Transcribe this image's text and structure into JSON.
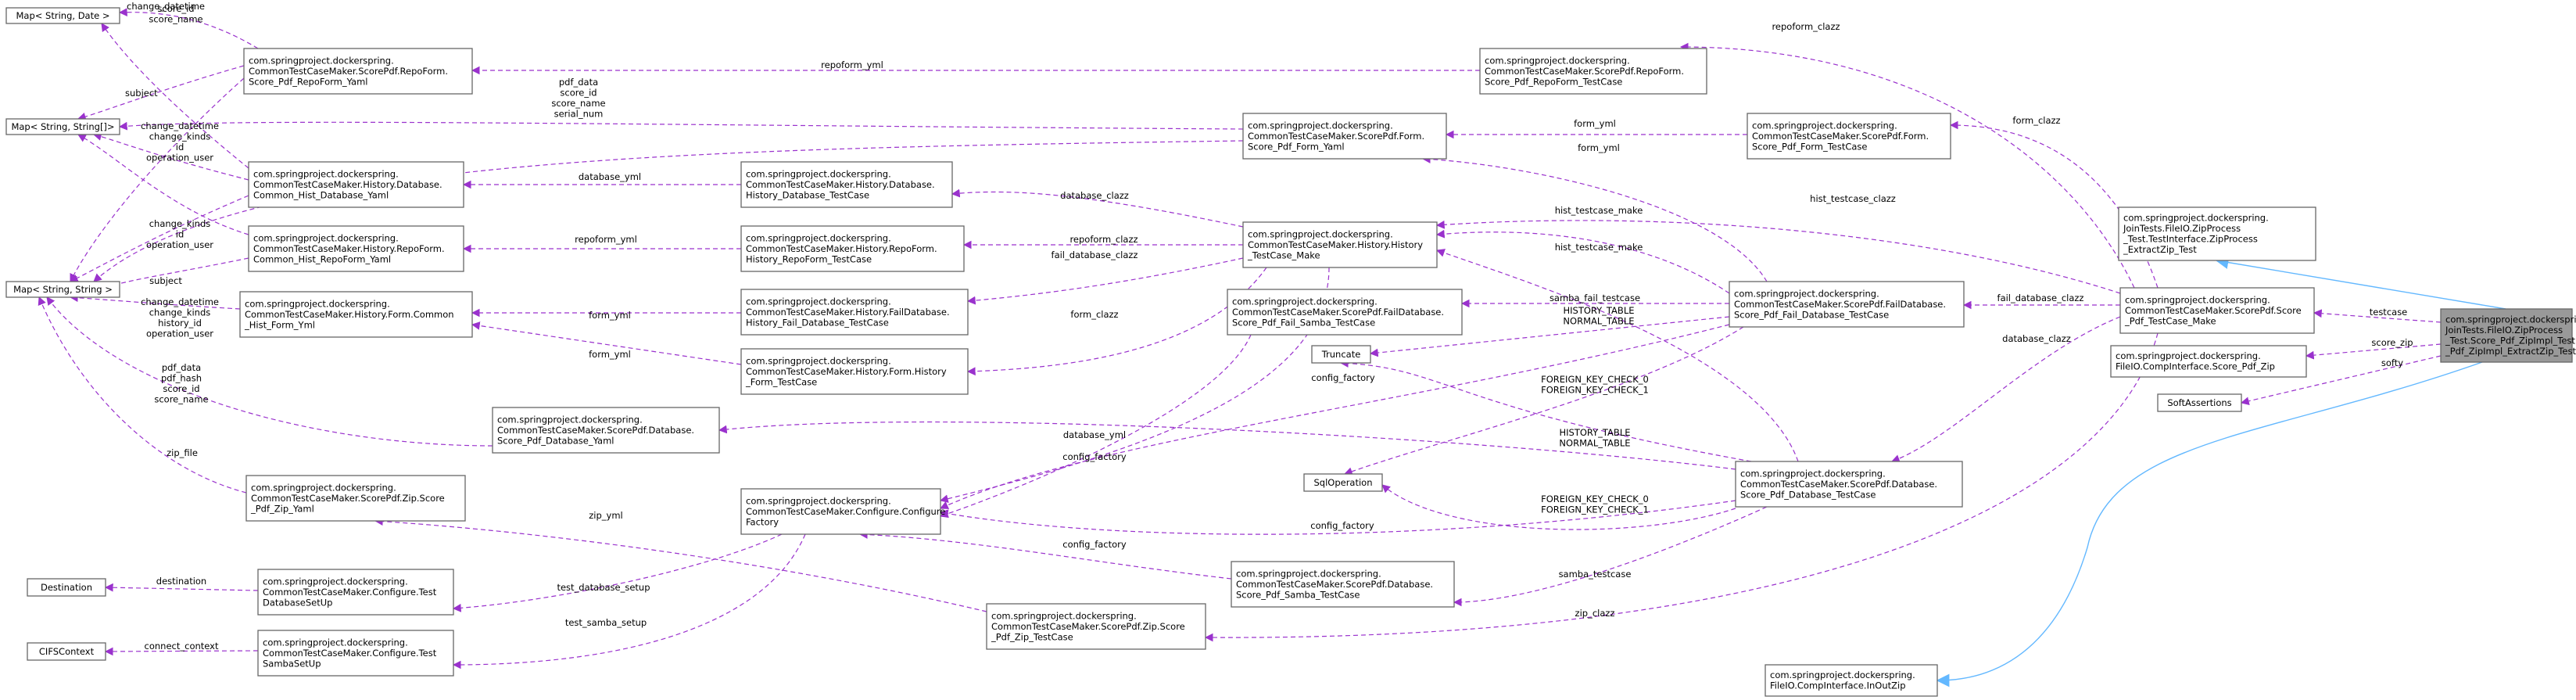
{
  "nodes": [
    {
      "id": "map_string_date",
      "lines": [
        "Map< String, Date >"
      ]
    },
    {
      "id": "map_string_stringarr",
      "lines": [
        "Map< String, String[]>"
      ]
    },
    {
      "id": "map_string_string",
      "lines": [
        "Map< String, String >"
      ]
    },
    {
      "id": "destination",
      "lines": [
        "Destination"
      ]
    },
    {
      "id": "cifscontext",
      "lines": [
        "CIFSContext"
      ]
    },
    {
      "id": "repoform_yaml",
      "lines": [
        "com.springproject.dockerspring.",
        "CommonTestCaseMaker.ScorePdf.RepoForm.",
        "Score_Pdf_RepoForm_Yaml"
      ]
    },
    {
      "id": "hist_database_yaml",
      "lines": [
        "com.springproject.dockerspring.",
        "CommonTestCaseMaker.History.Database.",
        "Common_Hist_Database_Yaml"
      ]
    },
    {
      "id": "hist_repoform_yaml",
      "lines": [
        "com.springproject.dockerspring.",
        "CommonTestCaseMaker.History.RepoForm.",
        "Common_Hist_RepoForm_Yaml"
      ]
    },
    {
      "id": "hist_form_yml",
      "lines": [
        "com.springproject.dockerspring.",
        "CommonTestCaseMaker.History.Form.Common",
        "_Hist_Form_Yml"
      ]
    },
    {
      "id": "database_yaml",
      "lines": [
        "com.springproject.dockerspring.",
        "CommonTestCaseMaker.ScorePdf.Database.",
        "Score_Pdf_Database_Yaml"
      ]
    },
    {
      "id": "zip_yaml",
      "lines": [
        "com.springproject.dockerspring.",
        "CommonTestCaseMaker.ScorePdf.Zip.Score",
        "_Pdf_Zip_Yaml"
      ]
    },
    {
      "id": "test_database_setup",
      "lines": [
        "com.springproject.dockerspring.",
        "CommonTestCaseMaker.Configure.Test",
        "DatabaseSetUp"
      ]
    },
    {
      "id": "test_samba_setup",
      "lines": [
        "com.springproject.dockerspring.",
        "CommonTestCaseMaker.Configure.Test",
        "SambaSetUp"
      ]
    },
    {
      "id": "hist_database_testcase",
      "lines": [
        "com.springproject.dockerspring.",
        "CommonTestCaseMaker.History.Database.",
        "History_Database_TestCase"
      ]
    },
    {
      "id": "hist_repoform_testcase",
      "lines": [
        "com.springproject.dockerspring.",
        "CommonTestCaseMaker.History.RepoForm.",
        "History_RepoForm_TestCase"
      ]
    },
    {
      "id": "hist_faildb_testcase",
      "lines": [
        "com.springproject.dockerspring.",
        "CommonTestCaseMaker.History.FailDatabase.",
        "History_Fail_Database_TestCase"
      ]
    },
    {
      "id": "hist_form_testcase",
      "lines": [
        "com.springproject.dockerspring.",
        "CommonTestCaseMaker.History.Form.History",
        "_Form_TestCase"
      ]
    },
    {
      "id": "configure_factory",
      "lines": [
        "com.springproject.dockerspring.",
        "CommonTestCaseMaker.Configure.Configure",
        "Factory"
      ]
    },
    {
      "id": "form_yaml",
      "lines": [
        "com.springproject.dockerspring.",
        "CommonTestCaseMaker.ScorePdf.Form.",
        "Score_Pdf_Form_Yaml"
      ]
    },
    {
      "id": "history_testcase_make",
      "lines": [
        "com.springproject.dockerspring.",
        "CommonTestCaseMaker.History.History",
        "_TestCase_Make"
      ]
    },
    {
      "id": "fail_samba_testcase",
      "lines": [
        "com.springproject.dockerspring.",
        "CommonTestCaseMaker.ScorePdf.FailDatabase.",
        "Score_Pdf_Fail_Samba_TestCase"
      ]
    },
    {
      "id": "truncate",
      "lines": [
        "Truncate"
      ]
    },
    {
      "id": "sqloperation",
      "lines": [
        "SqlOperation"
      ]
    },
    {
      "id": "samba_testcase",
      "lines": [
        "com.springproject.dockerspring.",
        "CommonTestCaseMaker.ScorePdf.Database.",
        "Score_Pdf_Samba_TestCase"
      ]
    },
    {
      "id": "zip_testcase",
      "lines": [
        "com.springproject.dockerspring.",
        "CommonTestCaseMaker.ScorePdf.Zip.Score",
        "_Pdf_Zip_TestCase"
      ]
    },
    {
      "id": "repoform_testcase",
      "lines": [
        "com.springproject.dockerspring.",
        "CommonTestCaseMaker.ScorePdf.RepoForm.",
        "Score_Pdf_RepoForm_TestCase"
      ]
    },
    {
      "id": "form_testcase",
      "lines": [
        "com.springproject.dockerspring.",
        "CommonTestCaseMaker.ScorePdf.Form.",
        "Score_Pdf_Form_TestCase"
      ]
    },
    {
      "id": "fail_database_testcase",
      "lines": [
        "com.springproject.dockerspring.",
        "CommonTestCaseMaker.ScorePdf.FailDatabase.",
        "Score_Pdf_Fail_Database_TestCase"
      ]
    },
    {
      "id": "database_testcase",
      "lines": [
        "com.springproject.dockerspring.",
        "CommonTestCaseMaker.ScorePdf.Database.",
        "Score_Pdf_Database_TestCase"
      ]
    },
    {
      "id": "score_testcase_make",
      "lines": [
        "com.springproject.dockerspring.",
        "CommonTestCaseMaker.ScorePdf.Score",
        "_Pdf_TestCase_Make"
      ]
    },
    {
      "id": "zipprocess_extractzip_test",
      "lines": [
        "com.springproject.dockerspring.",
        "JoinTests.FileIO.ZipProcess",
        "_Test.TestInterface.ZipProcess",
        "_ExtractZip_Test"
      ]
    },
    {
      "id": "compinterface_score_pdf_zip",
      "lines": [
        "com.springproject.dockerspring.",
        "FileIO.CompInterface.Score_Pdf_Zip"
      ]
    },
    {
      "id": "softassertions",
      "lines": [
        "SoftAssertions"
      ]
    },
    {
      "id": "inoutzip",
      "lines": [
        "com.springproject.dockerspring.",
        "FileIO.CompInterface.InOutZip"
      ]
    },
    {
      "id": "main",
      "lines": [
        "com.springproject.dockerspring.",
        "JoinTests.FileIO.ZipProcess",
        "_Test.Score_Pdf_ZipImpl_Test.Score",
        "_Pdf_ZipImpl_ExtractZip_Test"
      ]
    }
  ],
  "edge_labels": {
    "change_datetime": [
      "change_datetime"
    ],
    "score_id_name": [
      "score_id",
      "score_name"
    ],
    "repoform_yml": [
      "repoform_yml"
    ],
    "repoform_clazz": [
      "repoform_clazz"
    ],
    "subject_top": [
      "subject"
    ],
    "pdf_data_block": [
      "pdf_data",
      "score_id",
      "score_name",
      "serial_num"
    ],
    "form_yml_top": [
      "form_yml"
    ],
    "form_clazz_top": [
      "form_clazz"
    ],
    "hist_db_block": [
      "change_datetime",
      "change_kinds",
      "id",
      "operation_user"
    ],
    "database_yml_hist": [
      "database_yml"
    ],
    "database_clazz": [
      "database_clazz"
    ],
    "form_yml_right": [
      "form_yml"
    ],
    "hist_testcase_clazz": [
      "hist_testcase_clazz"
    ],
    "hist_testcase_make_a": [
      "hist_testcase_make"
    ],
    "testcase": [
      "testcase"
    ],
    "hist_repo_block": [
      "change_kinds",
      "id",
      "operation_user"
    ],
    "repoform_yml_hist": [
      "repoform_yml"
    ],
    "repoform_clazz_hist": [
      "repoform_clazz"
    ],
    "fail_database_clazz_hist": [
      "fail_database_clazz"
    ],
    "hist_testcase_make_b": [
      "hist_testcase_make"
    ],
    "subject_mid": [
      "subject"
    ],
    "samba_fail_testcase": [
      "samba_fail_testcase"
    ],
    "fail_database_clazz_right": [
      "fail_database_clazz"
    ],
    "hist_form_block": [
      "change_datetime",
      "change_kinds",
      "history_id",
      "operation_user"
    ],
    "form_yml_hist_a": [
      "form_yml"
    ],
    "form_clazz_mid": [
      "form_clazz"
    ],
    "history_normal_a": [
      "HISTORY_TABLE",
      "NORMAL_TABLE"
    ],
    "database_clazz_right": [
      "database_clazz"
    ],
    "score_zip": [
      "score_zip"
    ],
    "form_yml_hist_b": [
      "form_yml"
    ],
    "softy": [
      "softy"
    ],
    "config_factory_a": [
      "config_factory"
    ],
    "foreign_key_a": [
      "FOREIGN_KEY_CHECK_0",
      "FOREIGN_KEY_CHECK_1"
    ],
    "pdf_data_block2": [
      "pdf_data",
      "pdf_hash",
      "score_id",
      "score_name"
    ],
    "history_normal_b": [
      "HISTORY_TABLE",
      "NORMAL_TABLE"
    ],
    "database_yml": [
      "database_yml"
    ],
    "config_factory_b": [
      "config_factory"
    ],
    "zip_file": [
      "zip_file"
    ],
    "foreign_key_b": [
      "FOREIGN_KEY_CHECK_0",
      "FOREIGN_KEY_CHECK_1"
    ],
    "zip_yml": [
      "zip_yml"
    ],
    "config_factory_c": [
      "config_factory"
    ],
    "config_factory_d": [
      "config_factory"
    ],
    "destination": [
      "destination"
    ],
    "test_database_setup": [
      "test_database_setup"
    ],
    "samba_testcase": [
      "samba_testcase"
    ],
    "zip_clazz": [
      "zip_clazz"
    ],
    "connect_context": [
      "connect_context"
    ],
    "test_samba_setup": [
      "test_samba_setup"
    ]
  }
}
